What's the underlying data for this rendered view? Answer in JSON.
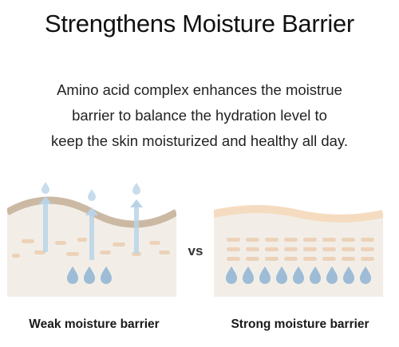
{
  "heading": {
    "title": "Strengthens Moisture Barrier"
  },
  "description": {
    "lines": [
      "Amino acid complex enhances the moistrue",
      "barrier to balance the hydration level to",
      "keep the skin moisturized and healthy all day."
    ]
  },
  "comparison": {
    "vs_label": "vs",
    "weak": {
      "caption": "Weak moisture barrier",
      "drops_shown": 3,
      "escaping_arrows": 3
    },
    "strong": {
      "caption": "Strong moisture barrier",
      "drops_shown": 9
    }
  },
  "colors": {
    "skin_base": "#f2eee7",
    "weak_surface": "#cbb9a4",
    "strong_surface": "#f5dcc0",
    "dash": "#ecd2b9",
    "water_drop": "#9ebcd6",
    "arrow": "#b9d3e6"
  }
}
